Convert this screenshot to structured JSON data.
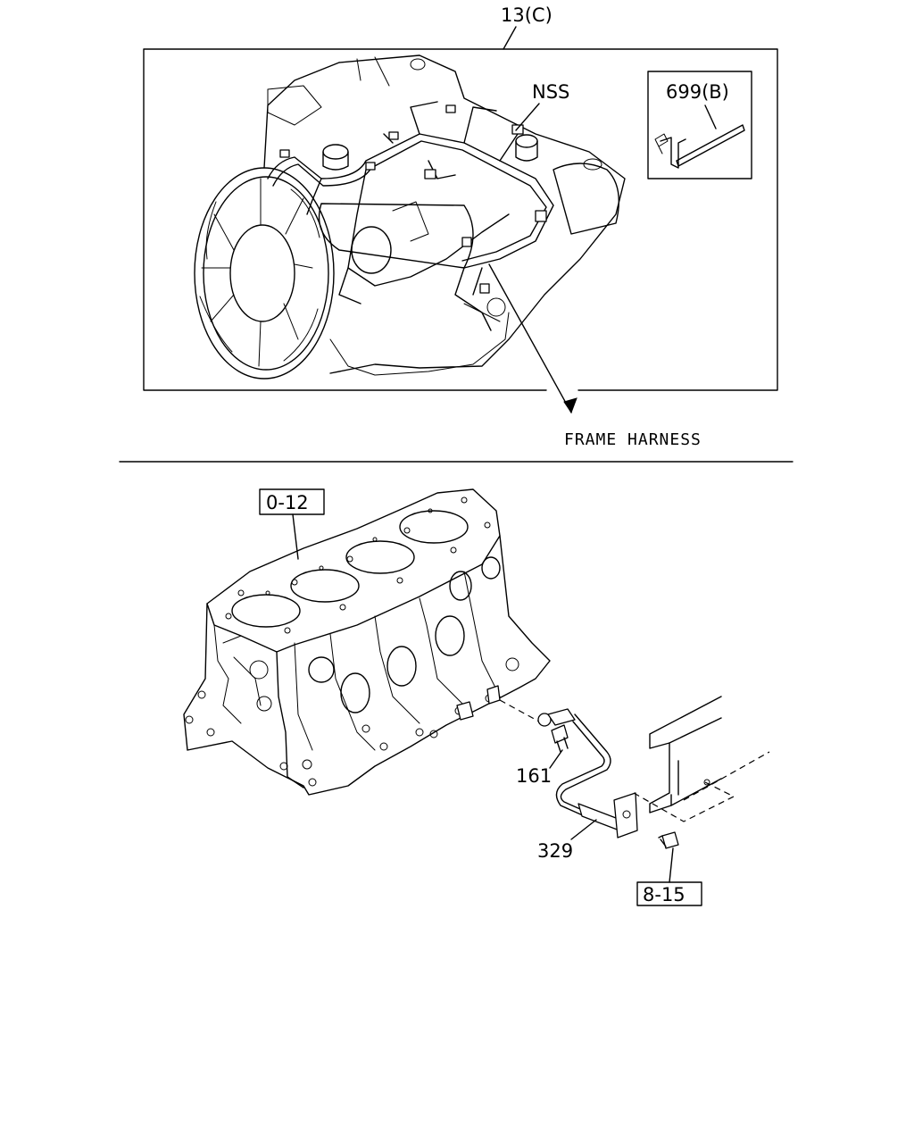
{
  "labels": {
    "harness_assembly": "13(C)",
    "nss": "NSS",
    "clip": "699(B)",
    "frame_harness": "FRAME HARNESS",
    "cylinder_block": "0-12",
    "bolt": "161",
    "ground_cable": "329",
    "frame_bolt": "8-15"
  }
}
